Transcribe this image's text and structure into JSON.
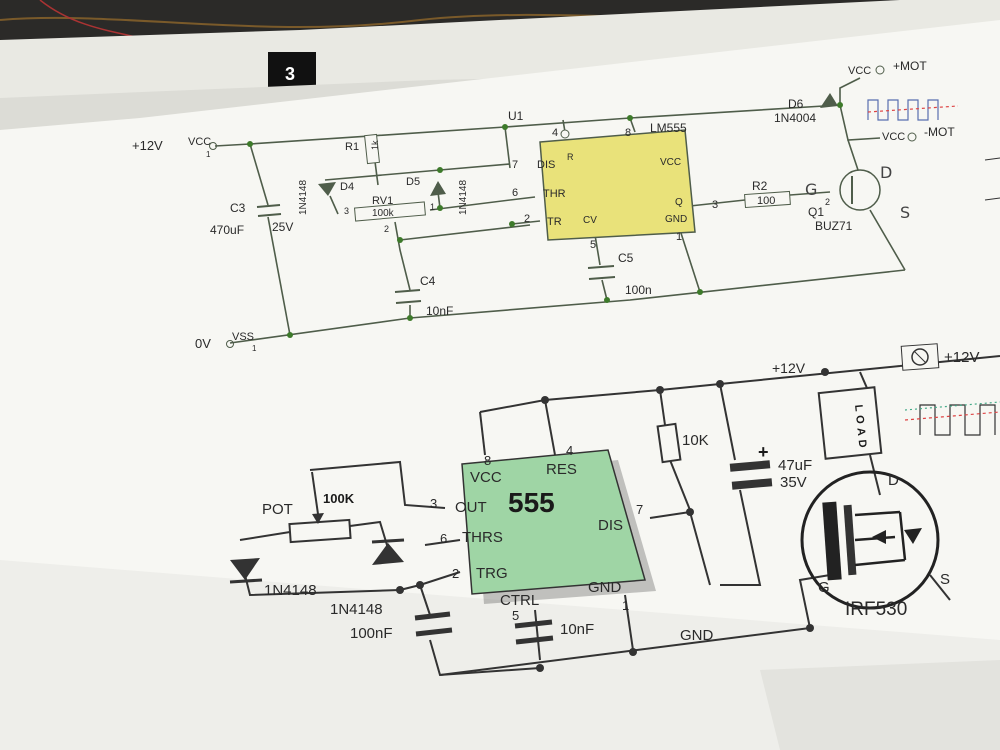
{
  "page_number": "3",
  "schematic_top": {
    "supply_plus": "+12V",
    "supply_plus_net": "VCC",
    "supply_zero": "0V",
    "supply_zero_net": "VSS",
    "pin_one": "1",
    "ic_ref": "U1",
    "ic_part": "LM555",
    "ic_pins": {
      "dis": "DIS",
      "thr": "THR",
      "tr": "TR",
      "cv": "CV",
      "gnd": "GND",
      "q": "Q",
      "vcc": "VCC",
      "r": "R"
    },
    "pin_numbers": {
      "p7": "7",
      "p6": "6",
      "p2": "2",
      "p5": "5",
      "p4": "4",
      "p8": "8",
      "p3": "3",
      "p1": "1"
    },
    "r1_ref": "R1",
    "r1_val": "1k",
    "d4_ref": "D4",
    "d4_part": "1N4148",
    "d5_ref": "D5",
    "d5_part": "1N4148",
    "rv1_ref": "RV1",
    "rv1_val": "100k",
    "rv1_pin1": "1",
    "rv1_pin2": "2",
    "rv1_pin3": "3",
    "c3_ref": "C3",
    "c3_val": "470uF",
    "c3_volt": "25V",
    "c4_ref": "C4",
    "c4_val": "10nF",
    "c5_ref": "C5",
    "c5_val": "100n",
    "r2_ref": "R2",
    "r2_val": "100",
    "q1_ref": "Q1",
    "q1_part": "BUZ71",
    "q1_pin": "2",
    "d6_ref": "D6",
    "d6_part": "1N4004",
    "motor_plus": "+MOT",
    "motor_minus": "-MOT",
    "motor_net": "VCC",
    "hand_g": "G",
    "hand_d": "D",
    "hand_s": "S"
  },
  "schematic_bottom": {
    "ic_name": "555",
    "pins": {
      "vcc": "VCC",
      "res": "RES",
      "out": "OUT",
      "thrs": "THRS",
      "trg": "TRG",
      "ctrl": "CTRL",
      "gnd": "GND",
      "dis": "DIS"
    },
    "pin_numbers": {
      "p8": "8",
      "p4": "4",
      "p3": "3",
      "p6": "6",
      "p2": "2",
      "p5": "5",
      "p1": "1",
      "p7": "7"
    },
    "pot_label": "POT",
    "pot_value": "100K",
    "diode_left": "1N4148",
    "diode_right": "1N4148",
    "cap_left": "100nF",
    "cap_mid": "10nF",
    "res_label": "10K",
    "cap_elec_val": "47uF",
    "cap_elec_volt": "35V",
    "supply_label": "+12V",
    "terminal_label": "+12V",
    "load_label": "LOAD",
    "mosfet_part": "IRF530",
    "mosfet_d": "D",
    "mosfet_g": "G",
    "mosfet_s": "S",
    "gnd_label": "GND"
  },
  "colors": {
    "ic_top": "#e9e27a",
    "ic_bottom": "#9fd5a5",
    "wire": "#4f5d4a",
    "paper": "#f7f7f3"
  }
}
